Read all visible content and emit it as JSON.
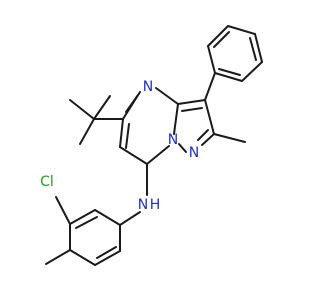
{
  "molecule": {
    "atoms": {
      "n_top": {
        "symbol": "N",
        "color": "#2130b8"
      },
      "n_bridge": {
        "symbol": "N",
        "color": "#2130b8"
      },
      "n_pyrazole": {
        "symbol": "N",
        "color": "#2130b8"
      },
      "nh": {
        "symbol": "N",
        "h": "H",
        "color": "#2130b8"
      },
      "cl": {
        "symbol": "Cl",
        "color": "#1f9a1f"
      }
    }
  }
}
